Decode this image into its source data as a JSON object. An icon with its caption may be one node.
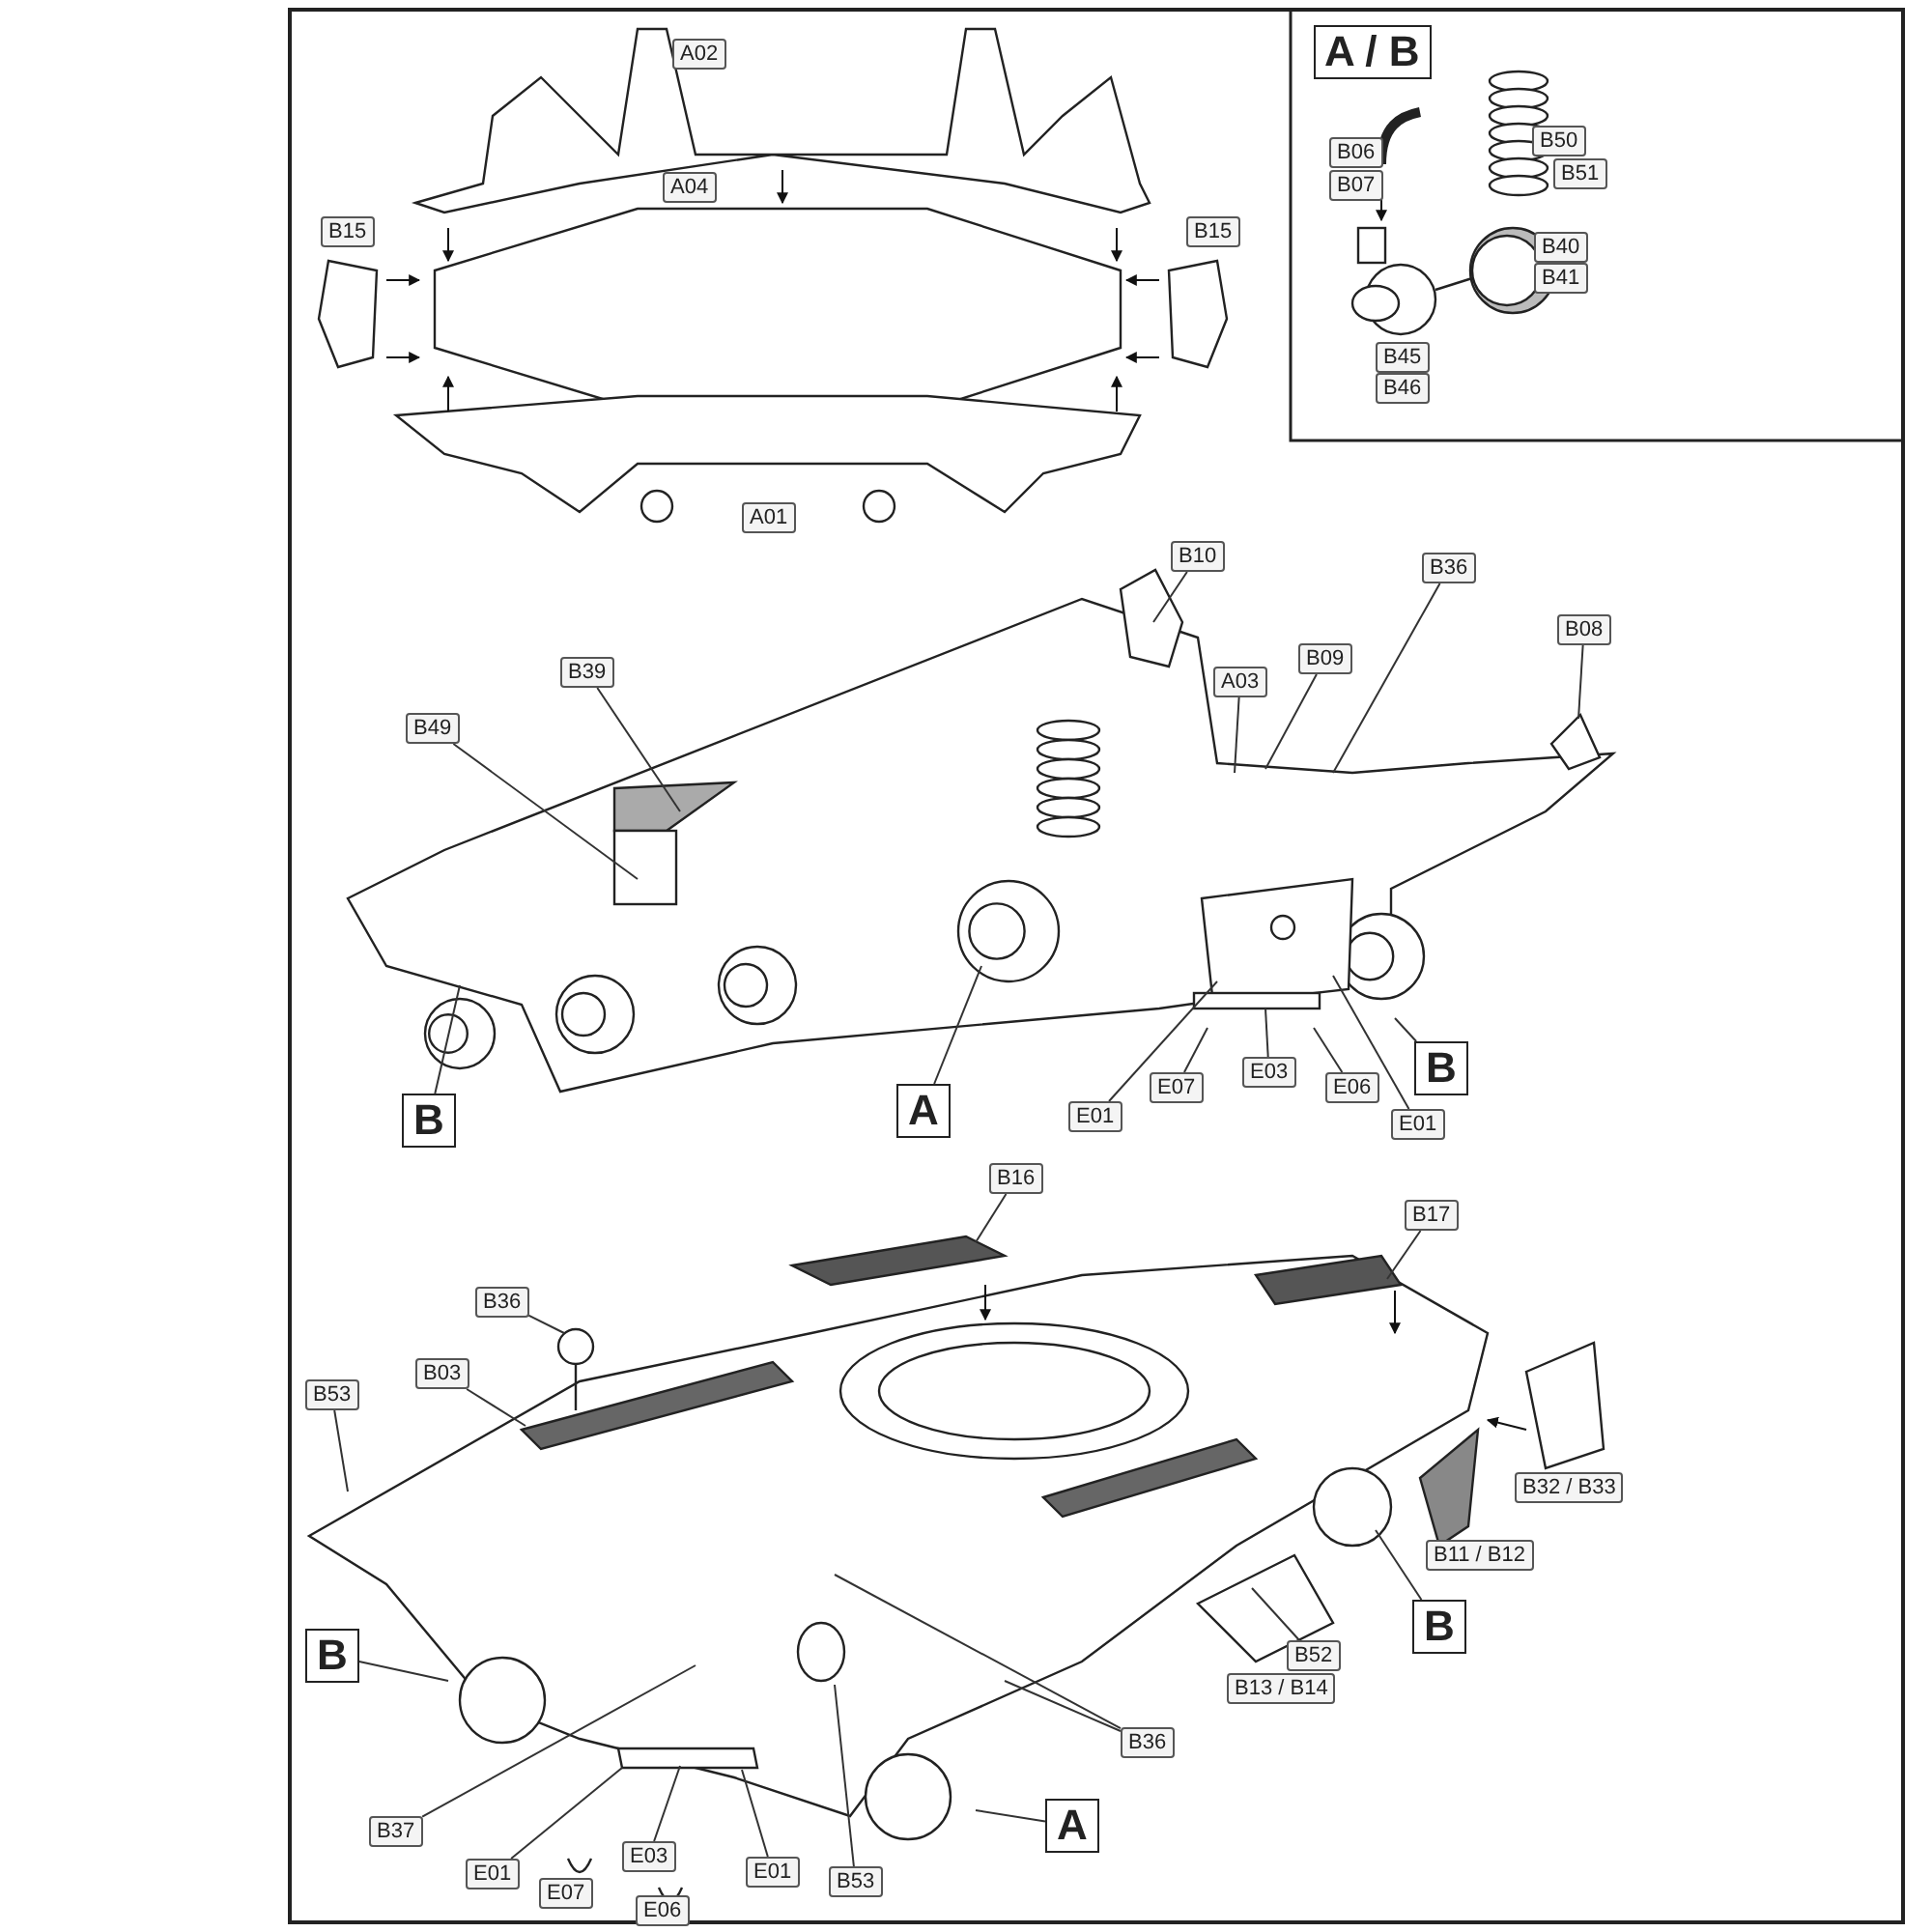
{
  "diagram": {
    "nodes": [
      {
        "text": [
          "A02"
        ]
      },
      {
        "text": [
          "A04"
        ]
      },
      {
        "text": [
          "B15"
        ]
      },
      {
        "text": [
          "B15"
        ]
      },
      {
        "text": [
          "A01"
        ]
      },
      {
        "text": [
          "A / B"
        ]
      },
      {
        "text": [
          "B06"
        ]
      },
      {
        "text": [
          "B07"
        ]
      },
      {
        "text": [
          "B50"
        ]
      },
      {
        "text": [
          "B51"
        ]
      },
      {
        "text": [
          "B40"
        ]
      },
      {
        "text": [
          "B41"
        ]
      },
      {
        "text": [
          "B45"
        ]
      },
      {
        "text": [
          "B46"
        ]
      },
      {
        "text": [
          "B10"
        ]
      },
      {
        "text": [
          "B39"
        ]
      },
      {
        "text": [
          "B49"
        ]
      },
      {
        "text": [
          "A03"
        ]
      },
      {
        "text": [
          "B09"
        ]
      },
      {
        "text": [
          "B36"
        ]
      },
      {
        "text": [
          "B08"
        ]
      },
      {
        "text": [
          "B"
        ]
      },
      {
        "text": [
          "A"
        ]
      },
      {
        "text": [
          "E01"
        ]
      },
      {
        "text": [
          "E07"
        ]
      },
      {
        "text": [
          "E03"
        ]
      },
      {
        "text": [
          "E06"
        ]
      },
      {
        "text": [
          "B"
        ]
      },
      {
        "text": [
          "E01"
        ]
      },
      {
        "text": [
          "B16"
        ]
      },
      {
        "text": [
          "B17"
        ]
      },
      {
        "text": [
          "B36"
        ]
      },
      {
        "text": [
          "B03"
        ]
      },
      {
        "text": [
          "B53"
        ]
      },
      {
        "text": [
          "B"
        ]
      },
      {
        "text": [
          "B52"
        ]
      },
      {
        "text": [
          "B"
        ]
      },
      {
        "text": [
          "B36"
        ]
      },
      {
        "text": [
          "B37"
        ]
      },
      {
        "text": [
          "E01"
        ]
      },
      {
        "text": [
          "E03"
        ]
      },
      {
        "text": [
          "E01"
        ]
      },
      {
        "text": [
          "B53"
        ]
      },
      {
        "text": [
          "A"
        ]
      },
      {
        "text": [
          "B32 / B33"
        ]
      },
      {
        "text": [
          "B11 / B12"
        ]
      },
      {
        "text": [
          "B13 / B14"
        ]
      },
      {
        "text": [
          "E07"
        ]
      },
      {
        "text": [
          "E06"
        ]
      }
    ],
    "edges": [
      {
        "from": 14,
        "to": null,
        "arrow": "none"
      },
      {
        "from": 15,
        "to": null,
        "arrow": "none"
      },
      {
        "from": 16,
        "to": null,
        "arrow": "none"
      },
      {
        "from": 17,
        "to": null,
        "arrow": "none"
      },
      {
        "from": 18,
        "to": null,
        "arrow": "none"
      },
      {
        "from": 19,
        "to": null,
        "arrow": "none"
      },
      {
        "from": 20,
        "to": null,
        "arrow": "none"
      },
      {
        "from": 21,
        "to": null,
        "arrow": "none"
      },
      {
        "from": 22,
        "to": null,
        "arrow": "none"
      },
      {
        "from": 23,
        "to": null,
        "arrow": "none"
      },
      {
        "from": 24,
        "to": null,
        "arrow": "none"
      },
      {
        "from": 25,
        "to": null,
        "arrow": "none"
      },
      {
        "from": 26,
        "to": null,
        "arrow": "none"
      },
      {
        "from": 27,
        "to": null,
        "arrow": "none"
      },
      {
        "from": 28,
        "to": null,
        "arrow": "none"
      },
      {
        "from": 29,
        "to": null,
        "arrow": "none"
      },
      {
        "from": 30,
        "to": null,
        "arrow": "none"
      },
      {
        "from": 31,
        "to": null,
        "arrow": "none"
      },
      {
        "from": 32,
        "to": null,
        "arrow": "none"
      },
      {
        "from": 33,
        "to": null,
        "arrow": "none"
      },
      {
        "from": 34,
        "to": null,
        "arrow": "none"
      },
      {
        "from": 35,
        "to": null,
        "arrow": "none"
      },
      {
        "from": 36,
        "to": null,
        "arrow": "none"
      },
      {
        "from": 37,
        "to": null,
        "arrow": "none"
      },
      {
        "from": 37,
        "to": null,
        "arrow": "none"
      },
      {
        "from": 38,
        "to": null,
        "arrow": "none"
      },
      {
        "from": 39,
        "to": null,
        "arrow": "none"
      },
      {
        "from": 40,
        "to": null,
        "arrow": "none"
      },
      {
        "from": 41,
        "to": null,
        "arrow": "none"
      },
      {
        "from": 42,
        "to": null,
        "arrow": "none"
      },
      {
        "from": 43,
        "to": null,
        "arrow": "none"
      }
    ]
  }
}
